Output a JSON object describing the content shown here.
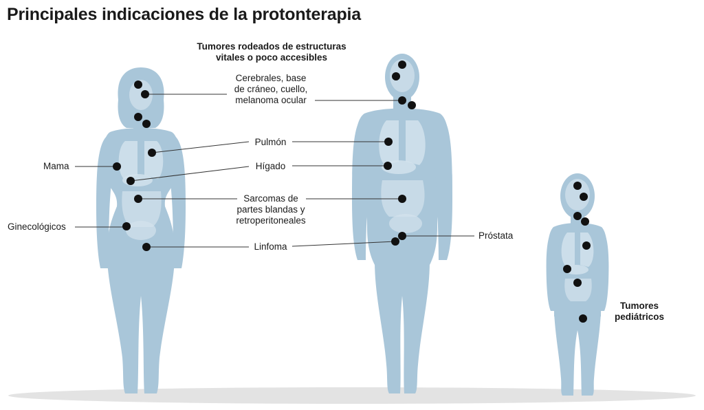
{
  "title": "Principales indicaciones de la protonterapia",
  "subtitle_line1": "Tumores rodeados de estructuras",
  "subtitle_line2": "vitales o poco accesibles",
  "labels": {
    "cerebrales_1": "Cerebrales, base",
    "cerebrales_2": "de cráneo, cuello,",
    "cerebrales_3": "melanoma ocular",
    "pulmon": "Pulmón",
    "higado": "Hígado",
    "sarcomas_1": "Sarcomas de",
    "sarcomas_2": "partes blandas y",
    "sarcomas_3": "retroperitoneales",
    "linfoma": "Linfoma",
    "mama": "Mama",
    "ginecologicos": "Ginecológicos",
    "prostata": "Próstata"
  },
  "pediatric_1": "Tumores",
  "pediatric_2": "pediátricos",
  "colors": {
    "body": "#a9c6d9",
    "organ": "#d4e3ed",
    "dot": "#111111",
    "line": "#333333",
    "shadow": "#dcdcdc"
  }
}
